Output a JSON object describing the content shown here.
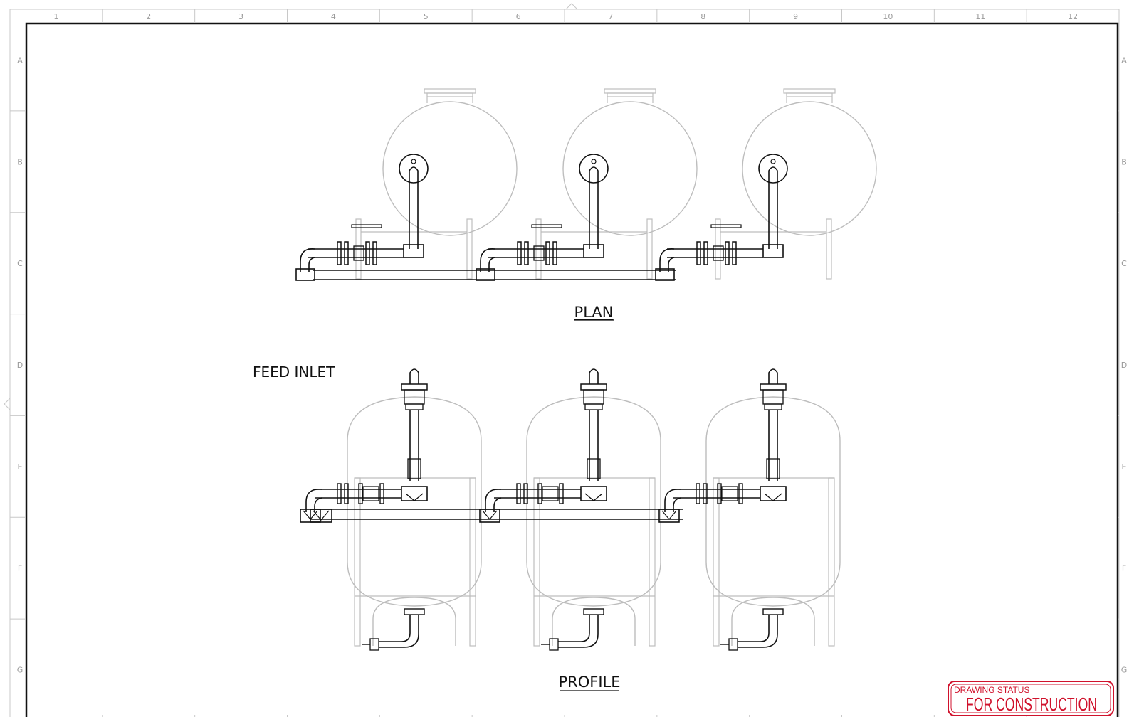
{
  "zones": {
    "columns": [
      "1",
      "2",
      "3",
      "4",
      "5",
      "6",
      "7",
      "8",
      "9",
      "10",
      "11",
      "12"
    ],
    "rows": [
      "A",
      "B",
      "C",
      "D",
      "E",
      "F",
      "G"
    ]
  },
  "views": {
    "plan_title": "PLAN",
    "profile_title": "PROFILE",
    "feed_inlet_label": "FEED INLET"
  },
  "stamp": {
    "heading": "DRAWING STATUS",
    "status": "FOR CONSTRUCTION",
    "color": "#d0122c"
  },
  "colors": {
    "linework": "#111111",
    "vessel": "#bdbdbd",
    "zone_text": "#9a9a9a"
  }
}
